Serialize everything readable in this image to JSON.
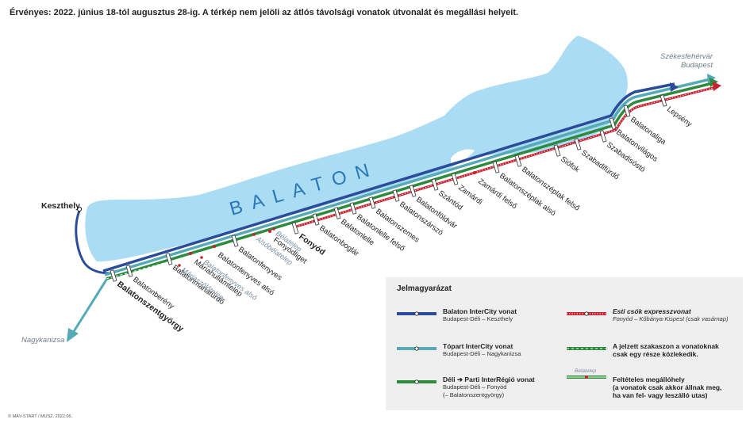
{
  "header": "Érvényes: 2022. június 18-tól augusztus 28-ig. A térkép nem jelöli az átlós távolsági vonatok útvonalát és megállási helyeit.",
  "lake_label": "BALATON",
  "colors": {
    "lake": "#aadcf4",
    "ic_blue": "#2b4b9b",
    "topart_teal": "#55aab5",
    "green": "#2e8b3d",
    "red": "#c8202f"
  },
  "destinations": {
    "szekesfehervar": "Székesfehérvár",
    "budapest": "Budapest",
    "nagykanizsa": "Nagykanizsa",
    "keszthely": "Keszthely"
  },
  "stations": [
    "Balatonszentgyörgy",
    "Balatonberény",
    "Balatonmáriafürdő",
    "Máriahullámtelep",
    "Balatonfenyves alsó",
    "Balatonfenyves",
    "Fonyódliget",
    "Fonyód",
    "Balatonboglár",
    "Balatonlelle",
    "Balatonlelle felső",
    "Balatonszemes",
    "Balatonszárszó",
    "Balatonföldvár",
    "Szántód",
    "Zamárdi",
    "Zamárdi felső",
    "Balatonszéplak alsó",
    "Balatonszéplak felső",
    "Siófok",
    "Szabadifürdő",
    "Szabadisóstó",
    "Balatonvilágos",
    "Balatonaliga",
    "Lepsény"
  ],
  "optional_stops": [
    "Máriaszőlőtelep",
    "Balatonfenyves alsó",
    "Alsóbélatelep",
    "Bélatelep"
  ],
  "legend": {
    "title": "Jelmagyarázat",
    "items": [
      {
        "title": "Balaton InterCity vonat",
        "sub": "Budapest-Déli – Keszthely"
      },
      {
        "title": "Tópart InterCity vonat",
        "sub": "Budapest-Déli – Nagykanizsa"
      },
      {
        "title": "Déli ➔ Parti InterRégió vonat",
        "sub": "Budapest-Déli – Fonyód",
        "sub2": "(– Balatonszentgyörgy)"
      },
      {
        "title": "Esti csók expresszvonat",
        "sub": "Fonyód – Kőbánya-Kispest (csak vasárnap)"
      },
      {
        "title": "A jelzett szakaszon a vonatoknak",
        "sub": "csak egy része közlekedik."
      },
      {
        "title": "Feltételes megállóhely",
        "sub": "(a vonatok csak akkor állnak meg,",
        "sub2": "ha van fel- vagy leszálló utas)",
        "sym_label": "Bélatelep"
      }
    ]
  },
  "copyright": "© MÁV-START / MUSZ. 2022.06."
}
